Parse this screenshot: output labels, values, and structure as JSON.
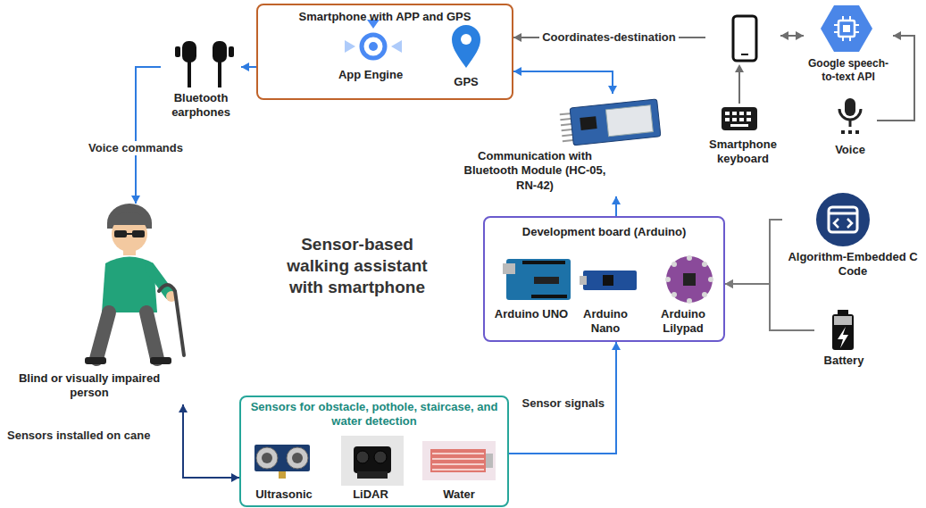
{
  "diagram": {
    "title": "Sensor-based walking assistant with smartphone",
    "nodes": [
      {
        "text": [
          "Smartphone with APP and GPS",
          "App Engine",
          "GPS"
        ]
      },
      {
        "text": [
          "Bluetooth earphones"
        ]
      },
      {
        "text": [
          "Smartphone keyboard"
        ]
      },
      {
        "text": [
          "Google speech-to-text API"
        ]
      },
      {
        "text": [
          "Voice"
        ]
      },
      {
        "text": [
          "Communication with Bluetooth Module (HC-05, RN-42)"
        ]
      },
      {
        "text": [
          "Blind or visually impaired person"
        ]
      },
      {
        "text": [
          "Development board (Arduino)",
          "Arduino UNO",
          "Arduino Nano",
          "Arduino Lilypad"
        ]
      },
      {
        "text": [
          "Algorithm-Embedded C Code"
        ]
      },
      {
        "text": [
          "Battery"
        ]
      },
      {
        "text": [
          "Sensors for obstacle, pothole, staircase, and water detection",
          "Ultrasonic",
          "LiDAR",
          "Water"
        ]
      }
    ],
    "edges": [
      {
        "from": 0,
        "to": 1,
        "arrow": "to"
      },
      {
        "from": 1,
        "to": 6,
        "label": "Voice commands",
        "arrow": "to"
      },
      {
        "from": 2,
        "to": 0,
        "label": "Coordinates-destination",
        "arrow": "to"
      },
      {
        "from": 2,
        "to": 3,
        "arrow": "both"
      },
      {
        "from": 4,
        "to": 3,
        "arrow": "to"
      },
      {
        "from": 5,
        "to": 0,
        "arrow": "both"
      },
      {
        "from": 7,
        "to": 5,
        "arrow": "to"
      },
      {
        "from": 8,
        "to": 7,
        "arrow": "to"
      },
      {
        "from": 9,
        "to": 7,
        "arrow": "to"
      },
      {
        "from": 10,
        "to": 7,
        "label": "Sensor signals",
        "arrow": "to"
      },
      {
        "from": 6,
        "to": 10,
        "label": "Sensors installed on cane",
        "arrow": "both"
      }
    ]
  }
}
